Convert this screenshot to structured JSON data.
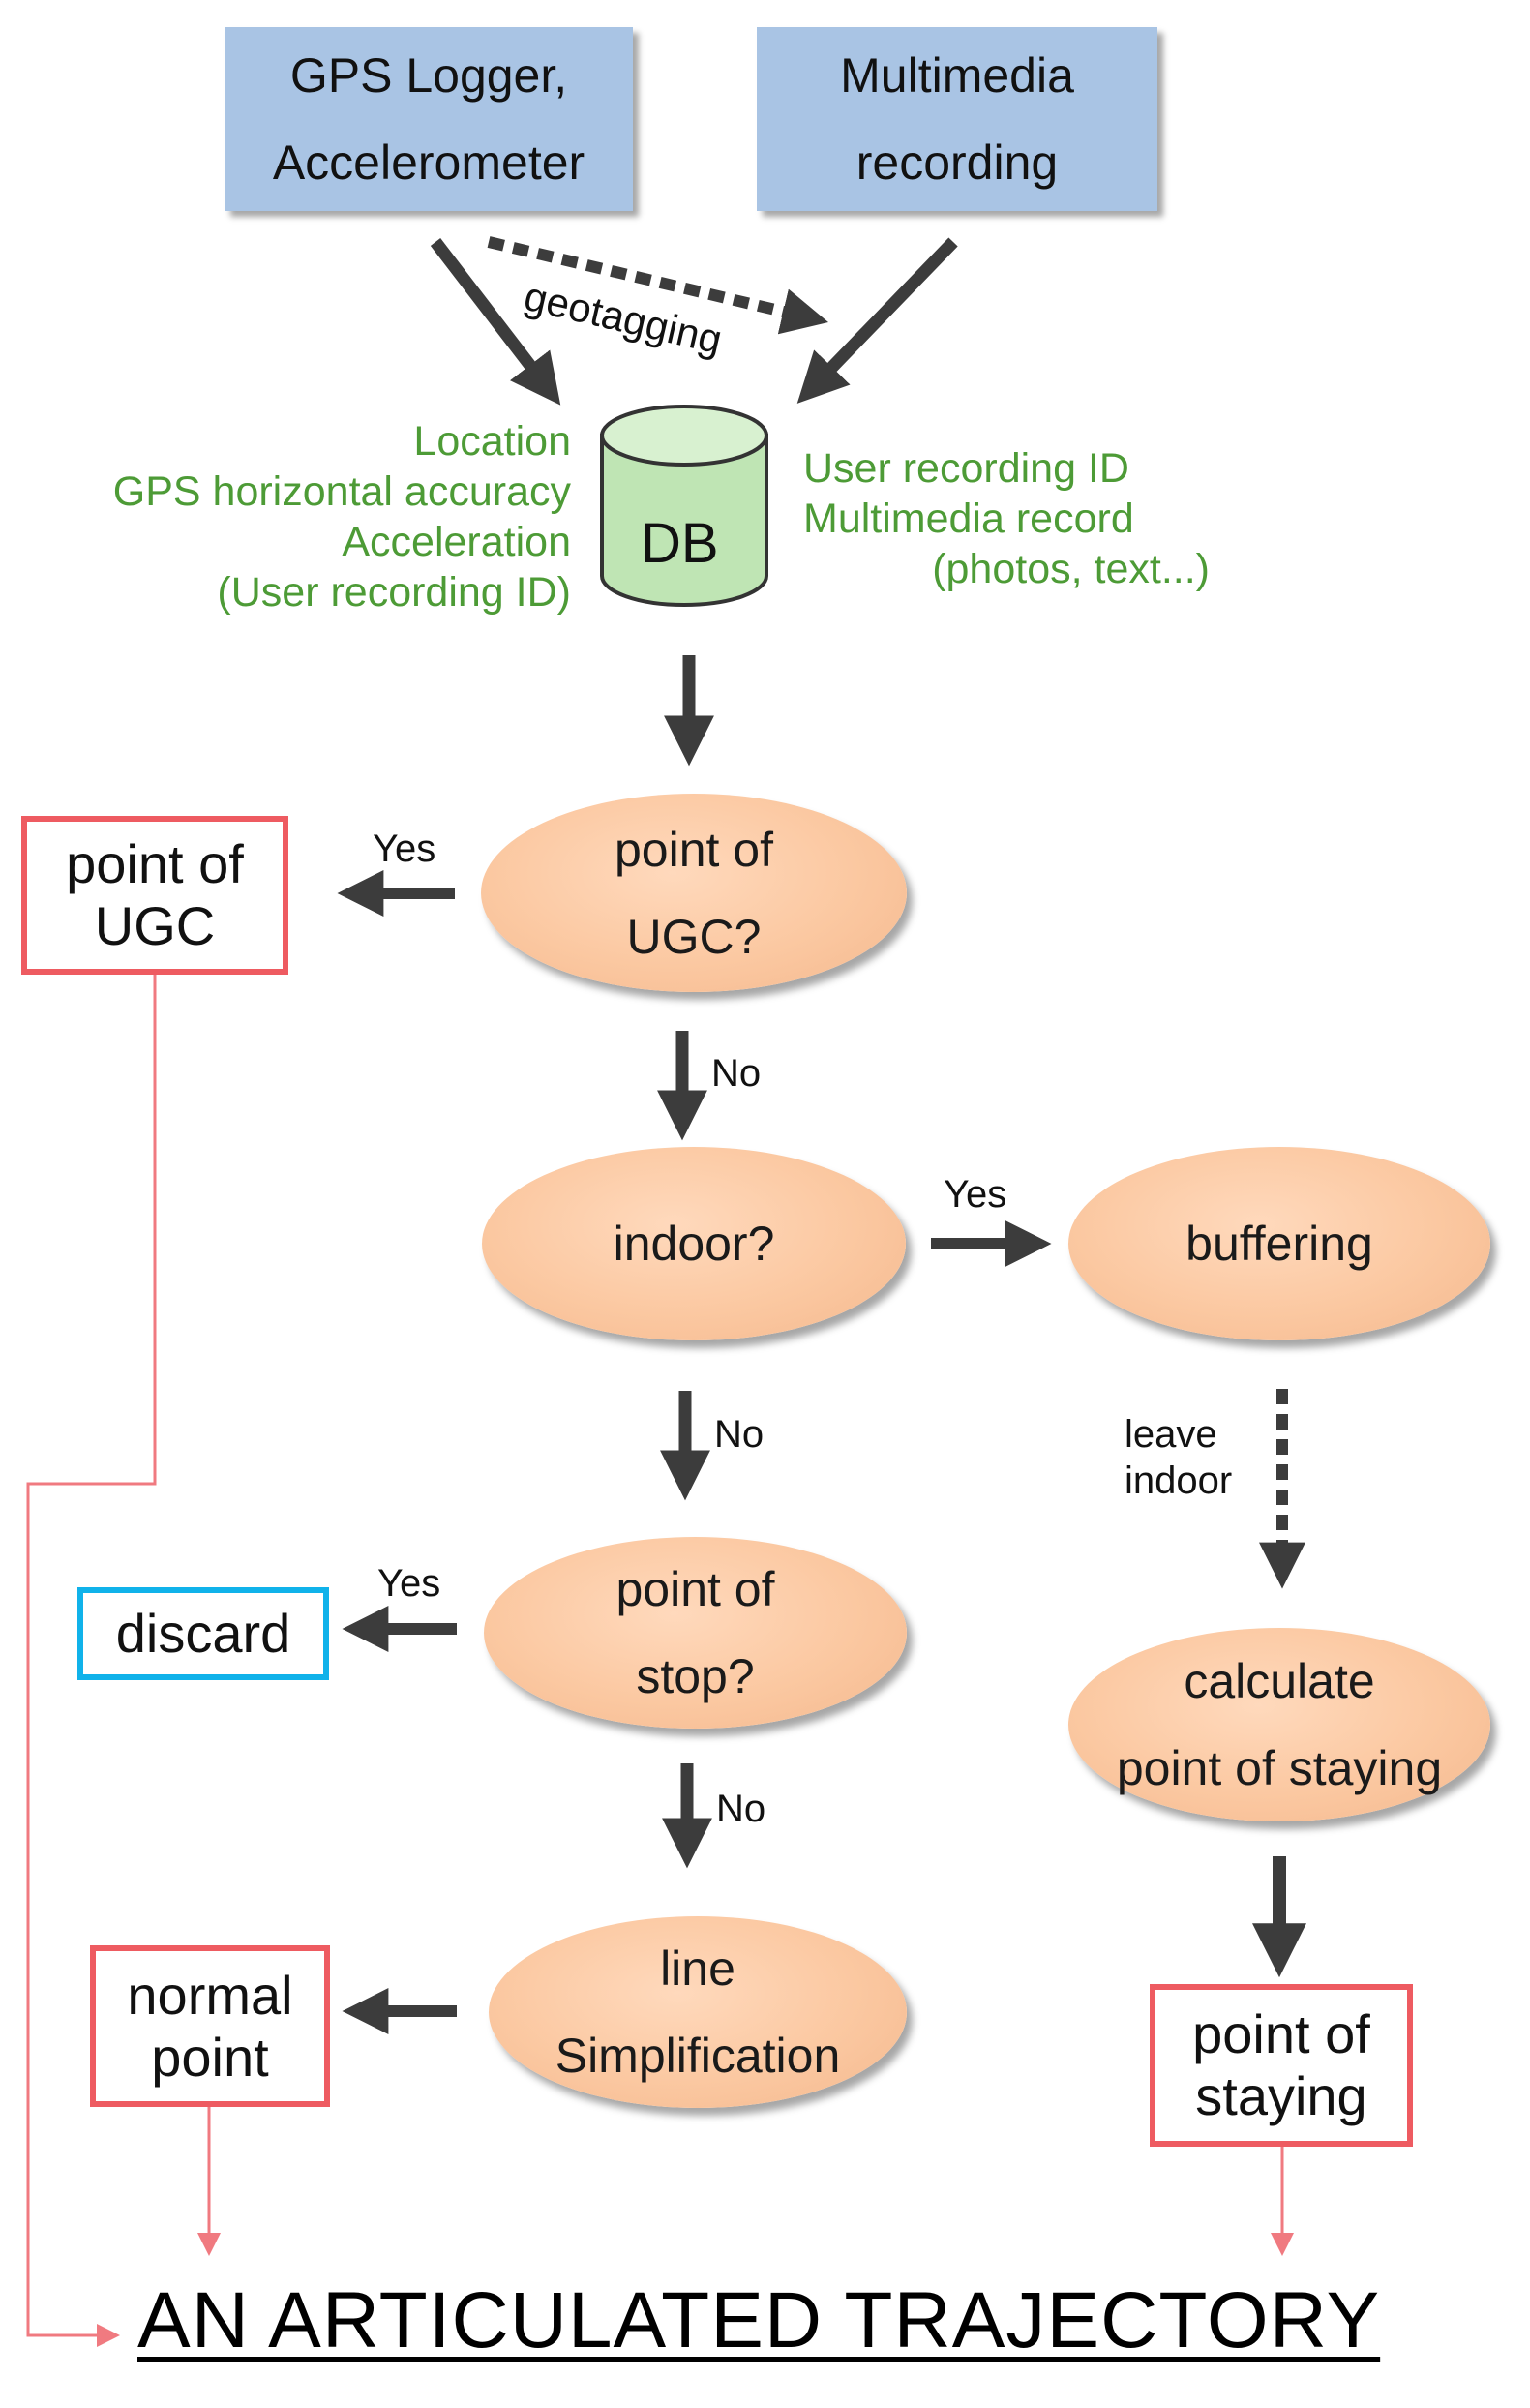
{
  "sources": {
    "gps": [
      "GPS Logger,",
      "Accelerometer"
    ],
    "multimedia": [
      "Multimedia",
      "recording"
    ],
    "geotagging": "geotagging"
  },
  "db": {
    "label": "DB",
    "left_fields": [
      "Location",
      "GPS horizontal accuracy",
      "Acceleration",
      "(User recording ID)"
    ],
    "right_fields": [
      "User recording ID",
      "Multimedia record",
      "(photos, text...)"
    ]
  },
  "decisions": {
    "ugc": [
      "point of",
      "UGC?"
    ],
    "indoor": "indoor?",
    "stop": [
      "point of",
      "stop?"
    ],
    "line": [
      "line",
      "Simplification"
    ],
    "buffering": "buffering",
    "calculate": [
      "calculate",
      "point of staying"
    ]
  },
  "outputs": {
    "ugc": [
      "point of",
      "UGC"
    ],
    "discard": "discard",
    "normal": [
      "normal",
      "point"
    ],
    "staying": [
      "point of",
      "staying"
    ]
  },
  "edge_labels": {
    "yes_ugc": "Yes",
    "no_ugc": "No",
    "yes_indoor": "Yes",
    "no_indoor": "No",
    "yes_stop": "Yes",
    "no_stop": "No",
    "leave_indoor": [
      "leave",
      "indoor"
    ]
  },
  "title": "AN ARTICULATED TRAJECTORY",
  "colors": {
    "source_fill": "#a9c4e4",
    "db_fill": "#bfe5b4",
    "decision_fill": "#fbc8a1",
    "output_border": "#ee5b61",
    "discard_border": "#10b2ea",
    "field_text": "#4d9b36",
    "arrow": "#3c3c3c",
    "result_line": "#f07a80"
  }
}
